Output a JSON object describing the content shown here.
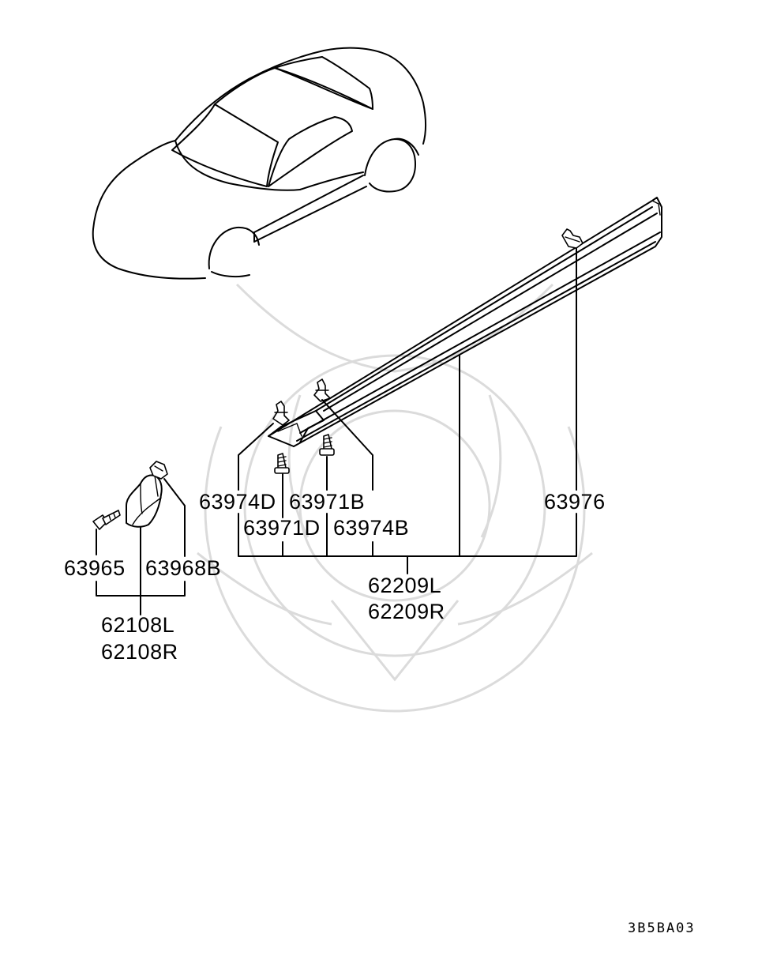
{
  "diagram_code": "3B5BA03",
  "labels": {
    "p63974D": "63974D",
    "p63971B": "63971B",
    "p63971D": "63971D",
    "p63974B": "63974B",
    "p63976": "63976",
    "p62209L": "62209L",
    "p62209R": "62209R",
    "p63965": "63965",
    "p63968B": "63968B",
    "p62108L": "62108L",
    "p62108R": "62108R"
  },
  "colors": {
    "line": "#000000",
    "background": "#ffffff",
    "watermark": "#d8d8d8"
  }
}
